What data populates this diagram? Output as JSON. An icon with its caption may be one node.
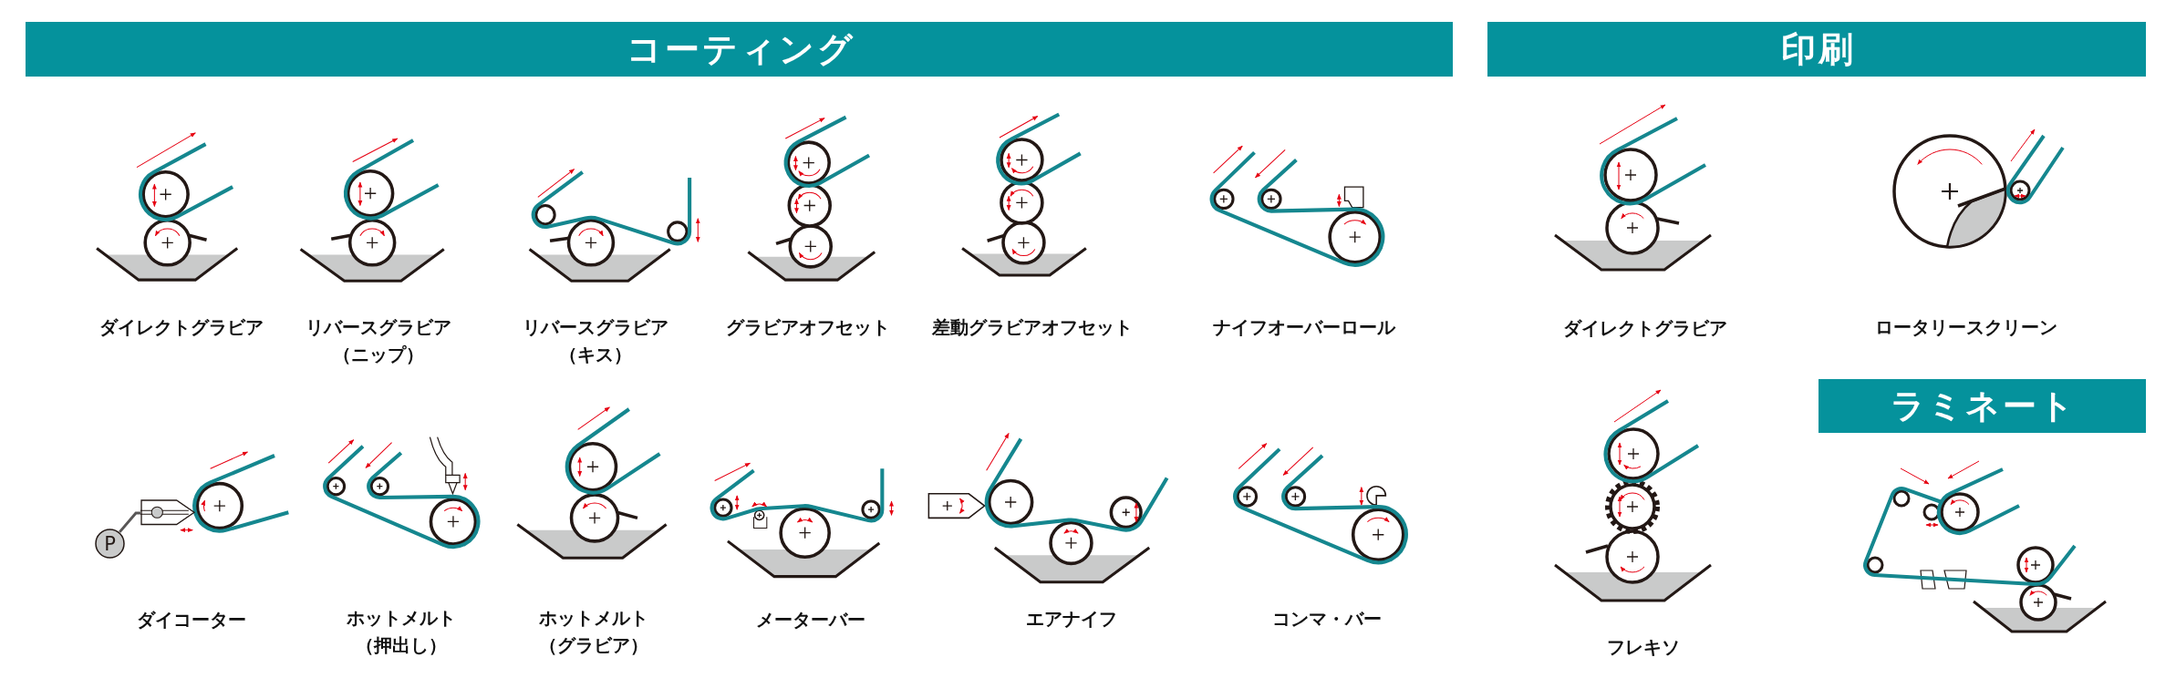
{
  "diagram": {
    "nodes": [
      {
        "text": [
          "コーティング"
        ]
      },
      {
        "text": [
          "印刷"
        ]
      },
      {
        "text": [
          "ラミネート"
        ]
      },
      {
        "text": [
          "P"
        ]
      },
      {
        "text": [],
        "shape": "picture"
      }
    ],
    "edges": [
      {
        "from": 3,
        "to": 4,
        "arrow": "none"
      }
    ],
    "labels": [
      "ダイレクトグラビア",
      "リバースグラビア（ニップ）",
      "リバースグラビア（キス）",
      "グラビアオフセット",
      "差動グラビアオフセット",
      "ナイフオーバーロール",
      "ダイレクトグラビア",
      "ロータリースクリーン",
      "ダイコーター",
      "ホットメルト（押出し）",
      "ホットメルト（グラビア）",
      "メーターバー",
      "エアナイフ",
      "コンマ・バー",
      "フレキソ"
    ]
  }
}
